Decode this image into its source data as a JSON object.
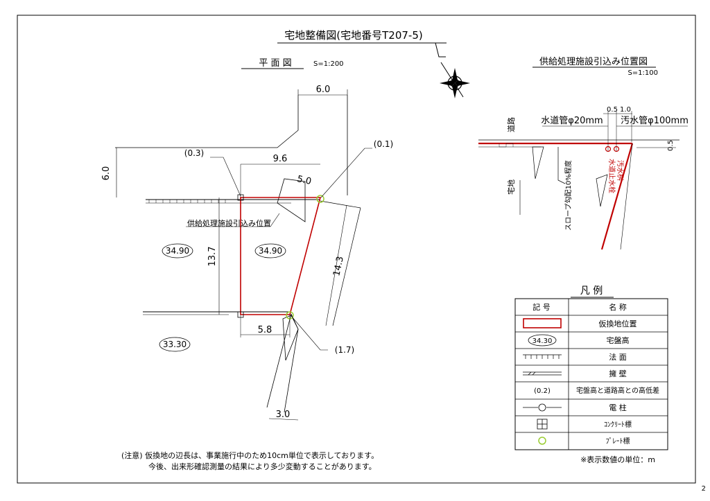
{
  "title": "宅地整備図(宅地番号T207-5)",
  "plan": {
    "label": "平 面 図",
    "scale": "S=1:200"
  },
  "dimensions": {
    "d_6_0_top": "6.0",
    "d_6_0_left": "6.0",
    "d_9_6": "9.6",
    "d_5_0": "5.0",
    "d_13_7": "13.7",
    "d_14_3": "14.3",
    "d_5_8": "5.8",
    "d_3_0": "3.0"
  },
  "height_diffs": {
    "h1": "(0.1)",
    "h2": "(0.3)",
    "h3": "(1.7)"
  },
  "elevations": {
    "e1": "34.90",
    "e2": "34.90",
    "e3": "33.30"
  },
  "supply_label": "供給処理施設引込み位置",
  "inset": {
    "title": "供給処理施設引込み位置図",
    "scale": "S=1:100",
    "dim1": "0.5",
    "dim2": "1.0",
    "dim3": "0.5",
    "water_pipe": "水道管φ20mm",
    "sewer_pipe": "汚水管φ100mm",
    "road": "道路",
    "lot": "宅地",
    "slope": "スロープ勾配10%程度",
    "water_stop": "水道止水栓",
    "sewer_basin": "汚水桝"
  },
  "legend": {
    "title": "凡 例",
    "header_symbol": "記 号",
    "header_name": "名 称",
    "rows": [
      {
        "symbol": "",
        "name": "仮換地位置"
      },
      {
        "symbol": "34.30",
        "name": "宅盤高"
      },
      {
        "symbol": "",
        "name": "法 面"
      },
      {
        "symbol": "",
        "name": "擁 壁"
      },
      {
        "symbol": "(0.2)",
        "name": "宅盤高と道路高との高低差"
      },
      {
        "symbol": "",
        "name": "電 柱"
      },
      {
        "symbol": "",
        "name": "ｺﾝｸﾘｰﾄ標"
      },
      {
        "symbol": "",
        "name": "ﾌﾟﾚｰﾄ標"
      }
    ],
    "unit_note": "※表示数値の単位：m"
  },
  "notes": {
    "line1": "(注意) 仮換地の辺長は、事業施行中のため10cm単位で表示しております。",
    "line2": "今後、出来形確認測量の結果により多少変動することがあります。"
  },
  "page_number": "2"
}
